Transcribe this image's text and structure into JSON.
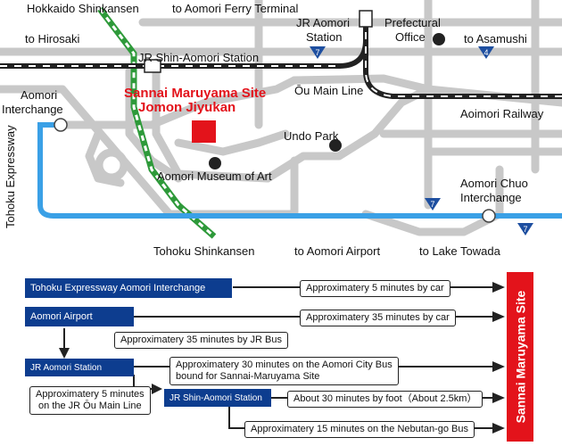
{
  "map": {
    "labels": {
      "hokkaido_shinkansen": "Hokkaido Shinkansen",
      "to_ferry": "to Aomori Ferry Terminal",
      "jr_aomori_station_1": "JR Aomori",
      "jr_aomori_station_2": "Station",
      "prefectural_office_1": "Prefectural",
      "prefectural_office_2": "Office",
      "to_hirosaki": "to Hirosaki",
      "to_asamushi": "to Asamushi",
      "jr_shin_aomori": "JR Shin-Aomori Station",
      "aomori_interchange_1": "Aomori",
      "aomori_interchange_2": "Interchange",
      "sannai_1": "Sannai Maruyama Site",
      "sannai_2": "Jomon Jiyukan",
      "ou_main_line": "Ōu Main Line",
      "aoimori_railway": "Aoimori Railway",
      "undo_park": "Undo Park",
      "museum": "Aomori Museum of Art",
      "tohoku_expressway": "Tohoku Expressway",
      "aomori_chuo_1": "Aomori Chuo",
      "aomori_chuo_2": "Interchange",
      "tohoku_shinkansen": "Tohoku Shinkansen",
      "to_airport": "to Aomori Airport",
      "to_lake_towada": "to Lake Towada"
    },
    "route_markers": [
      "7",
      "4",
      "7",
      "7"
    ],
    "colors": {
      "expressway": "#3aa0e6",
      "shinkansen": "#2e9a3a",
      "site": "#e3131b",
      "route_sign": "#1e4fa0"
    }
  },
  "routes": {
    "origins": {
      "expressway": "Tohoku Expressway Aomori  Interchange",
      "airport": "Aomori Airport",
      "jr_aomori": "JR Aomori Station",
      "jr_shin_aomori": "JR Shin-Aomori Station"
    },
    "times": {
      "car_5": "Approximatery 5 minutes by car",
      "car_35": "Approximatery 35 minutes by car",
      "jr_bus": "Approximatery 35 minutes by JR Bus",
      "city_bus_1": "Approximatery 30 minutes on the Aomori City Bus",
      "city_bus_2": "bound for Sannai-Maruyama Site",
      "ou_line_1": "Approximatery 5 minutes",
      "ou_line_2": "on the JR Ōu Main Line",
      "walk": "About 30 minutes by foot（About 2.5km）",
      "nebutan_bus": "Approximatery 15 minutes on the Nebutan-go Bus"
    },
    "destination": "Sannai Maruyama Site"
  }
}
